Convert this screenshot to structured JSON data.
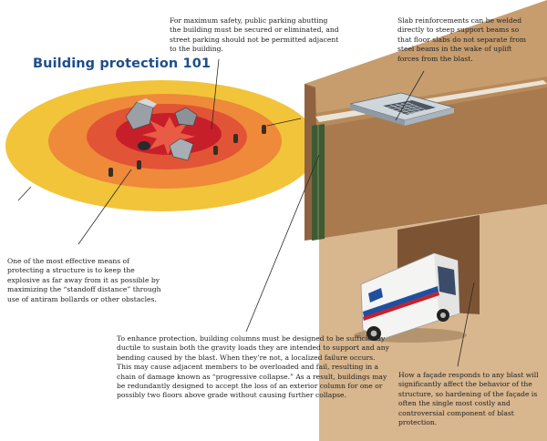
{
  "title": "Building protection 101",
  "captions": {
    "parking": "For maximum safety, public parking abutting the building must be secured or eliminated, and street parking should not be permitted adjacent to the building.",
    "slab": "Slab reinforcements can be welded directly to steep support beams so that floor slabs do not separate from steel beams in the wake of uplift forces from the blast.",
    "standoff": "One of the most effective means of protecting a structure is to keep the explosive as far away from it as possible by maximizing the “standoff distance” through use of antiram bollards or other obstacles.",
    "columns": "To enhance protection, building columns must be designed to be sufficiently ductile to sustain both the gravity loads they are intended to support and any bending caused by the blast. When they’re not, a localized failure occurs. This may cause adjacent members to be overloaded and fail, resulting in a chain of damage known as “progressive collapse.” As a result, buildings may be redundantly designed to accept the loss of an exterior column for one or possibly two floors above grade without causing further collapse.",
    "facade": "How a façade responds to any blast will significantly affect the behavior of the structure, so hardening of the façade is often the single most costly and controversial component of blast protection."
  },
  "colors": {
    "title": "#1f4e8c",
    "blast_outer": "#f2c43a",
    "blast_mid": "#ee8a3a",
    "blast_inner": "#e25436",
    "blast_core": "#c71f2a",
    "building_wall": "#c89d6e",
    "building_shadow": "#9a6e45",
    "column_green": "#3e5a32",
    "truck_white": "#f4f4f2",
    "truck_blue": "#1f4fa0",
    "truck_red": "#c8202a"
  },
  "icons": {
    "bollard": "bollard-icon",
    "car": "wrecked-car-icon",
    "truck": "mail-truck-icon",
    "slab": "slab-reinforcement-icon"
  }
}
